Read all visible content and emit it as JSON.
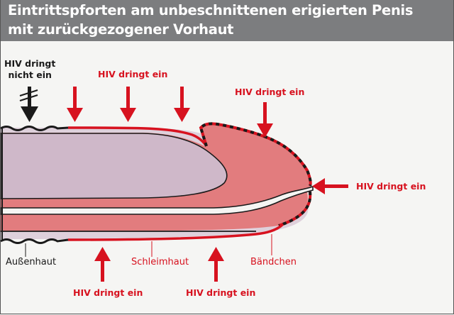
{
  "header": {
    "title_line1": "Eintrittspforten am unbeschnittenen erigierten Penis",
    "title_line2": "mit zurückgezogener Vorhaut"
  },
  "labels": {
    "no_entry": {
      "line1": "HIV dringt",
      "line2": "nicht ein"
    },
    "entry_top_left": "HIV dringt ein",
    "entry_top_right": "HIV dringt ein",
    "entry_tip": "HIV dringt ein",
    "entry_bottom_left": "HIV dringt ein",
    "entry_bottom_right": "HIV dringt ein",
    "outer_skin": "Außenhaut",
    "mucosa": "Schleimhaut",
    "frenulum": "Bändchen"
  },
  "colors": {
    "header_bg": "#7c7d7f",
    "background": "#f5f5f3",
    "accent_red": "#d7121f",
    "tissue_pink": "#e27c7e",
    "inner_mauve": "#cfb8c9",
    "outline": "#1a1a1a"
  }
}
